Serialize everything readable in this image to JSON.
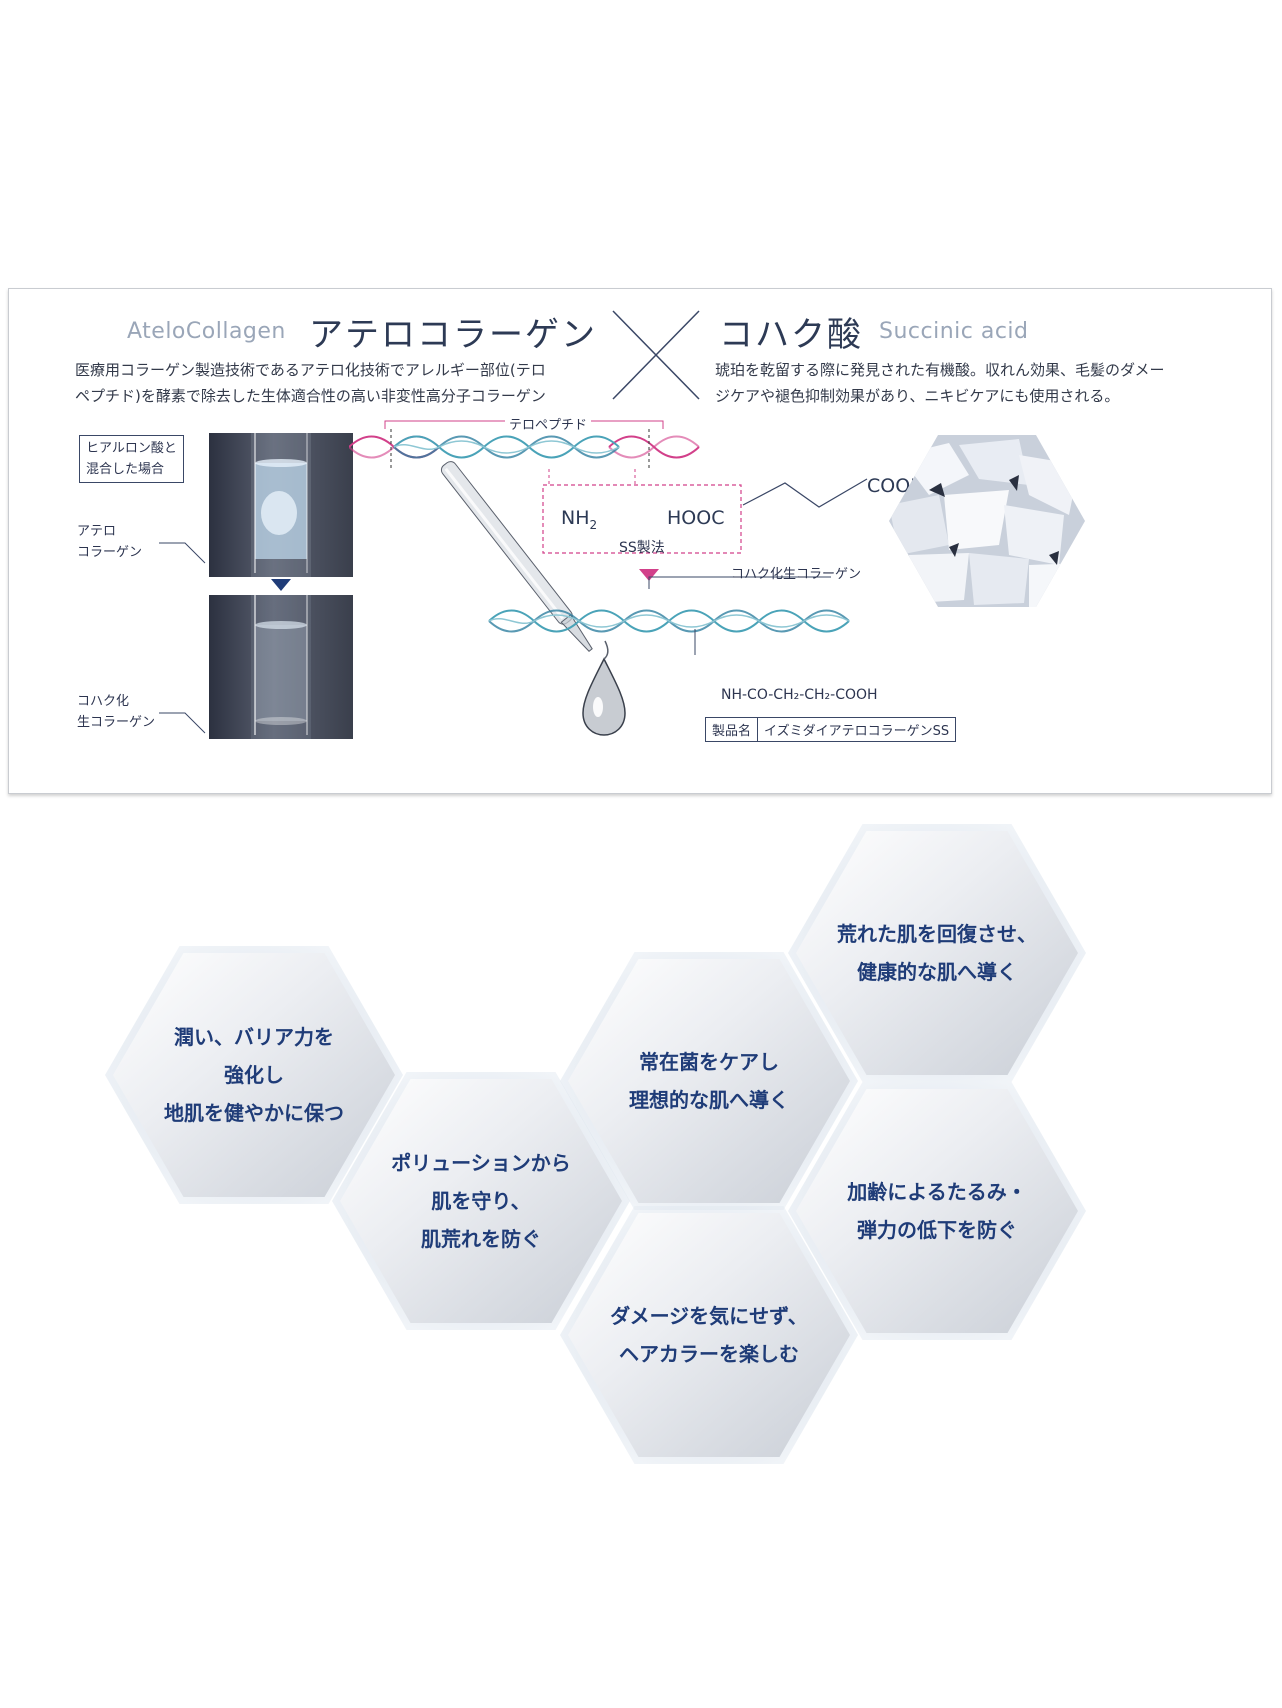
{
  "header": {
    "left_en": "AteloCollagen",
    "left_ja": "アテロコラーゲン",
    "right_ja": "コハク酸",
    "right_en": "Succinic acid"
  },
  "descriptions": {
    "left": [
      "医療用コラーゲン製造技術であるアテロ化技術でアレルギー部位(テロ",
      "ペプチド)を酵素で除去した生体適合性の高い非変性高分子コラーゲン"
    ],
    "right": [
      "琥珀を乾留する際に発見された有機酸。収れん効果、毛髪のダメー",
      "ジケアや褪色抑制効果があり、ニキビケアにも使用される。"
    ]
  },
  "comparison": {
    "box_label": [
      "ヒアルロン酸と",
      "混合した場合"
    ],
    "label_top": [
      "アテロ",
      "コラーゲン"
    ],
    "label_bottom": [
      "コハク化",
      "生コラーゲン"
    ]
  },
  "diagram": {
    "telopeptide": "テロペプチド",
    "nh2": "NH",
    "nh2_sub": "2",
    "hooc": "HOOC",
    "cooh": "COOH",
    "ss_method": "SS製法",
    "product_label": "コハク化生コラーゲン",
    "formula": "NH-CO-CH₂-CH₂-COOH",
    "product_name_label": "製品名",
    "product_name": "イズミダイアテロコラーゲンSS"
  },
  "benefits": [
    {
      "lines": [
        "潤い、バリア力を",
        "強化し",
        "地肌を健やかに保つ"
      ]
    },
    {
      "lines": [
        "ポリューションから",
        "肌を守り、",
        "肌荒れを防ぐ"
      ]
    },
    {
      "lines": [
        "常在菌をケアし",
        "理想的な肌へ導く"
      ]
    },
    {
      "lines": [
        "荒れた肌を回復させ、",
        "健康的な肌へ導く"
      ]
    },
    {
      "lines": [
        "加齢によるたるみ・",
        "弾力の低下を防ぐ"
      ]
    },
    {
      "lines": [
        "ダメージを気にせず、",
        "ヘアカラーを楽しむ"
      ]
    }
  ],
  "colors": {
    "accent_navy": "#1f3c78",
    "magenta": "#d2408a",
    "teal": "#4aa3b8"
  }
}
